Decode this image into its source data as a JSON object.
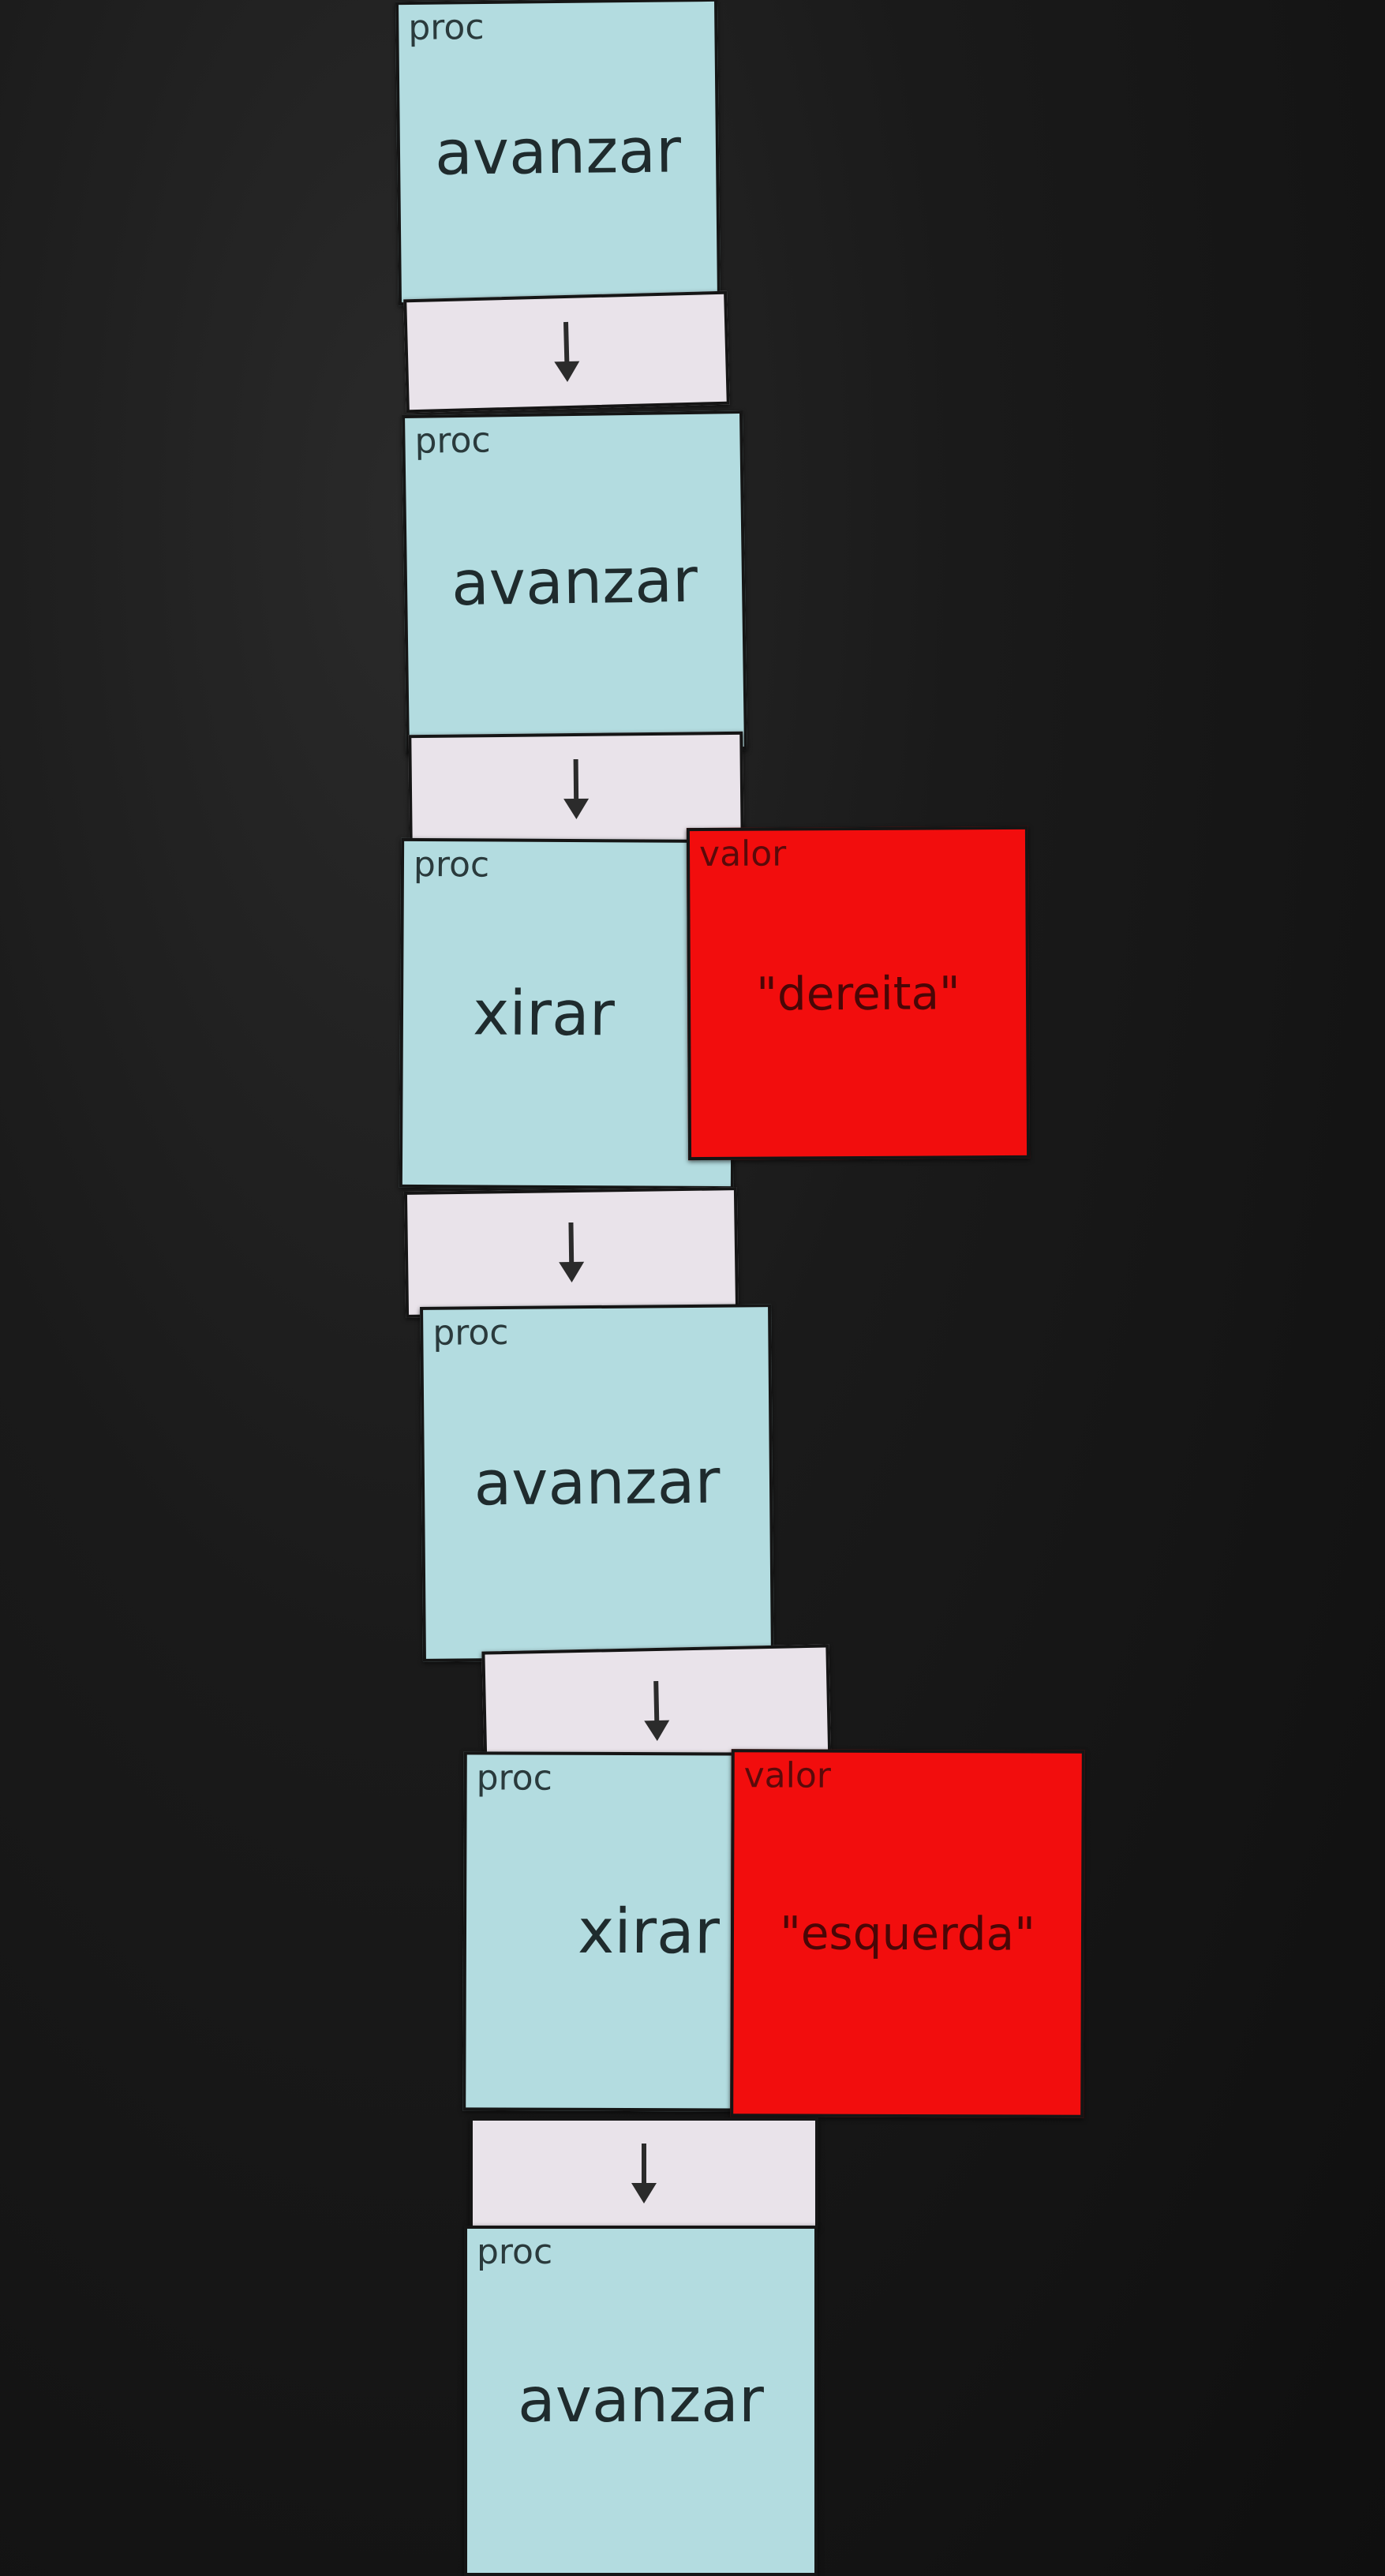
{
  "blocks": [
    {
      "type": "proc",
      "tag": "proc",
      "label": "avanzar"
    },
    {
      "type": "proc",
      "tag": "proc",
      "label": "avanzar"
    },
    {
      "type": "proc",
      "tag": "proc",
      "label": "xirar",
      "param": {
        "tag": "valor",
        "label": "\"dereita\""
      }
    },
    {
      "type": "proc",
      "tag": "proc",
      "label": "avanzar"
    },
    {
      "type": "proc",
      "tag": "proc",
      "label": "xirar",
      "param": {
        "tag": "valor",
        "label": "\"esquerda\""
      }
    },
    {
      "type": "proc",
      "tag": "proc",
      "label": "avanzar"
    }
  ],
  "connector_icon": "down-arrow-icon",
  "colors": {
    "proc": "#b3dce0",
    "valor": "#f20d0d",
    "connector": "#e9e3ea",
    "background": "#141414"
  }
}
